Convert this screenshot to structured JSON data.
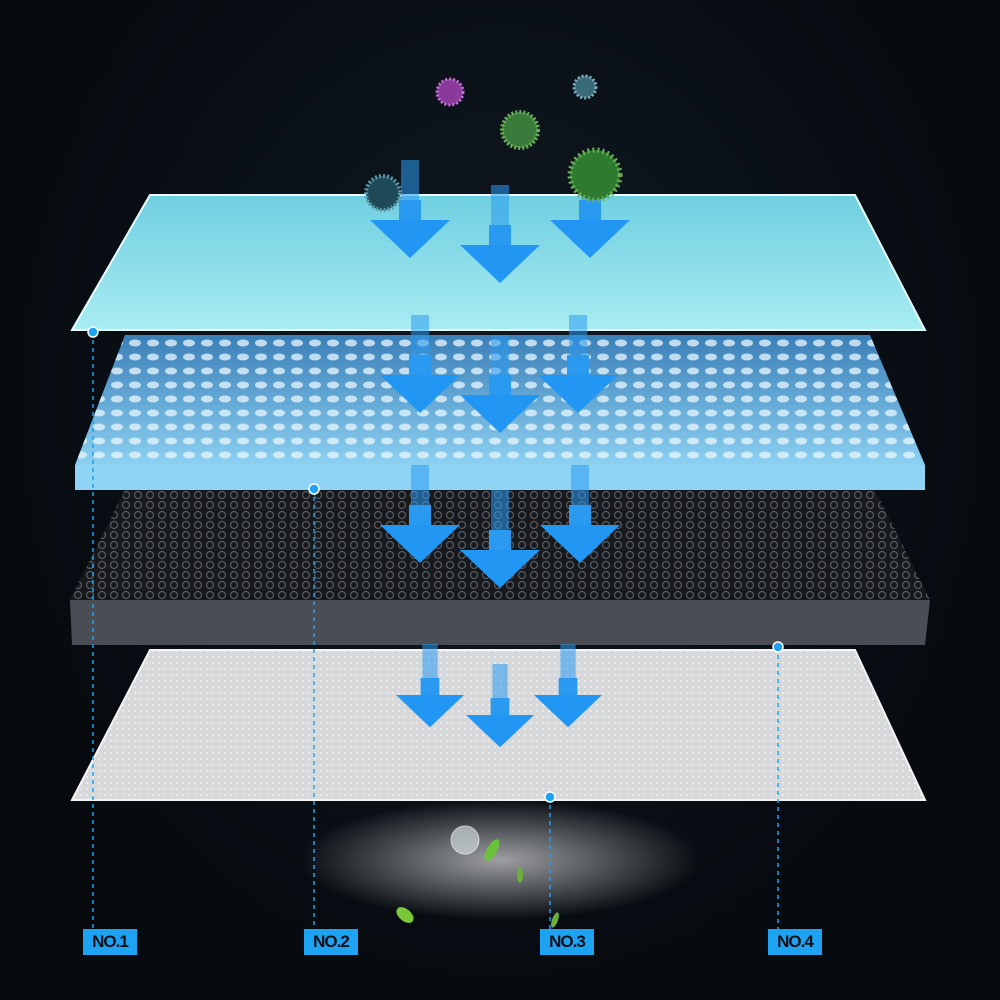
{
  "labels": [
    "NO.1",
    "NO.2",
    "NO.3",
    "NO.4"
  ],
  "colors": {
    "accent": "#1ea2f2",
    "layer1": "#7fd8e6",
    "layer2": "#5aaee0",
    "layer3": "#1c1f24",
    "layer4": "#d8dadc",
    "background": "#070b10"
  }
}
